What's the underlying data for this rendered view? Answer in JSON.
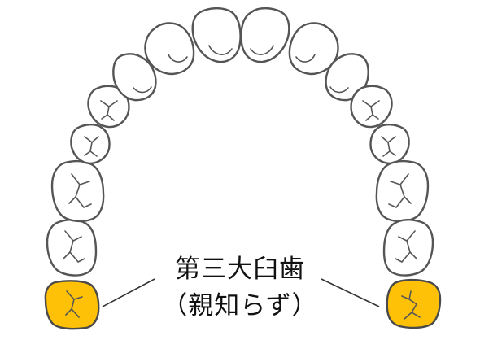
{
  "label": {
    "line1": "第三大臼歯",
    "line2": "（親知らず）"
  },
  "colors": {
    "highlight": "#ffc107",
    "outline": "#555555",
    "tooth_fill": "#ffffff"
  },
  "teeth": [
    {
      "id": "upper-right-third-molar",
      "type": "molar",
      "highlighted": true
    },
    {
      "id": "upper-right-second-molar",
      "type": "molar",
      "highlighted": false
    },
    {
      "id": "upper-right-first-molar",
      "type": "molar",
      "highlighted": false
    },
    {
      "id": "upper-right-second-premolar",
      "type": "premolar",
      "highlighted": false
    },
    {
      "id": "upper-right-first-premolar",
      "type": "premolar",
      "highlighted": false
    },
    {
      "id": "upper-right-canine",
      "type": "canine",
      "highlighted": false
    },
    {
      "id": "upper-right-lateral-incisor",
      "type": "incisor",
      "highlighted": false
    },
    {
      "id": "upper-right-central-incisor",
      "type": "incisor",
      "highlighted": false
    },
    {
      "id": "upper-left-central-incisor",
      "type": "incisor",
      "highlighted": false
    },
    {
      "id": "upper-left-lateral-incisor",
      "type": "incisor",
      "highlighted": false
    },
    {
      "id": "upper-left-canine",
      "type": "canine",
      "highlighted": false
    },
    {
      "id": "upper-left-first-premolar",
      "type": "premolar",
      "highlighted": false
    },
    {
      "id": "upper-left-second-premolar",
      "type": "premolar",
      "highlighted": false
    },
    {
      "id": "upper-left-first-molar",
      "type": "molar",
      "highlighted": false
    },
    {
      "id": "upper-left-second-molar",
      "type": "molar",
      "highlighted": false
    },
    {
      "id": "upper-left-third-molar",
      "type": "molar",
      "highlighted": true
    }
  ]
}
